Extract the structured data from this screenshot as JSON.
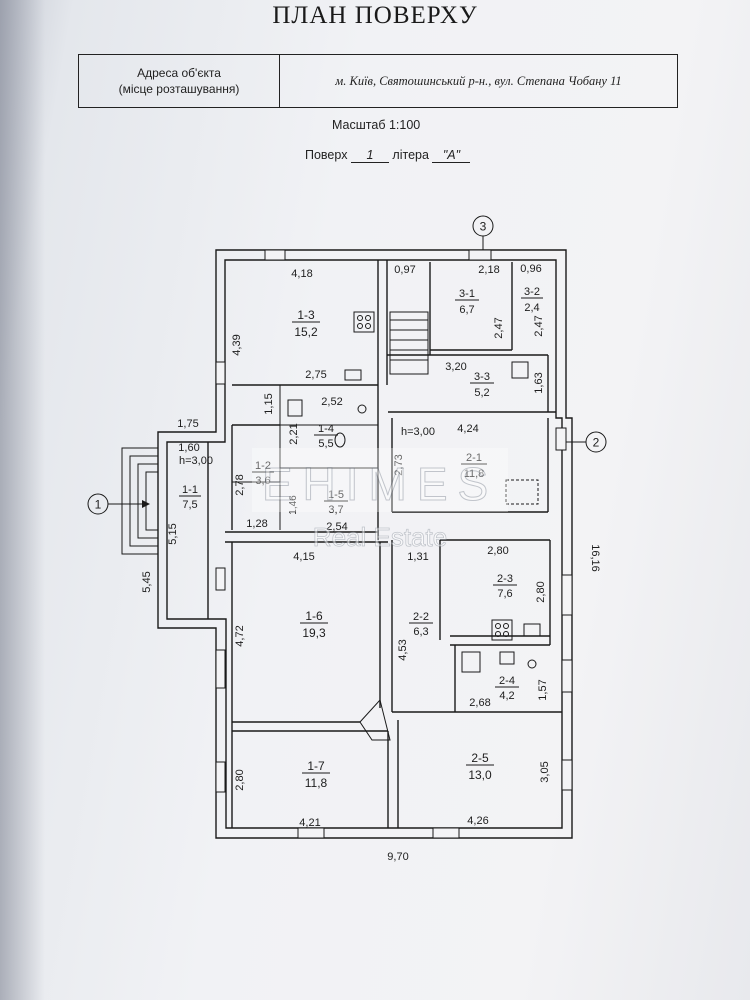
{
  "header": {
    "title": "ПЛАН ПОВЕРХУ",
    "address_label_line1": "Адреса об'єкта",
    "address_label_line2": "(місце розташування)",
    "address_value": "м. Київ, Святошинський р-н., вул. Степана Чобану 11",
    "scale": "Масштаб 1:100",
    "floor_prefix": "Поверх",
    "floor_value": "1",
    "letter_prefix": "літера",
    "letter_value": "\"А\""
  },
  "axes": {
    "a1": "1",
    "a2": "2",
    "a3": "3"
  },
  "rooms": [
    {
      "id": "1-1",
      "area": "7,5"
    },
    {
      "id": "1-2",
      "area": "3,6"
    },
    {
      "id": "1-3",
      "area": "15,2"
    },
    {
      "id": "1-4",
      "area": "5,5"
    },
    {
      "id": "1-5",
      "area": "3,7"
    },
    {
      "id": "1-6",
      "area": "19,3"
    },
    {
      "id": "1-7",
      "area": "11,8"
    },
    {
      "id": "2-1",
      "area": "11,8"
    },
    {
      "id": "2-2",
      "area": "6,3"
    },
    {
      "id": "2-3",
      "area": "7,6"
    },
    {
      "id": "2-4",
      "area": "4,2"
    },
    {
      "id": "2-5",
      "area": "13,0"
    },
    {
      "id": "3-1",
      "area": "6,7"
    },
    {
      "id": "3-2",
      "area": "2,4"
    },
    {
      "id": "3-3",
      "area": "5,2"
    }
  ],
  "dims": {
    "d418": "4,18",
    "d439": "4,39",
    "d275": "2,75",
    "d115": "1,15",
    "d252": "2,52",
    "d221": "2,21",
    "d175": "1,75",
    "d160": "1,60",
    "h300a": "h=3,00",
    "d515": "5,15",
    "d545": "5,45",
    "d278": "2,78",
    "d128": "1,28",
    "d146": "1,46",
    "d254": "2,54",
    "d415": "4,15",
    "d472": "4,72",
    "d280a": "2,80",
    "d421": "4,21",
    "d097": "0,97",
    "d218": "2,18",
    "d096": "0,96",
    "d247a": "2,47",
    "d247b": "2,47",
    "d320": "3,20",
    "d163": "1,63",
    "h300b": "h=3,00",
    "d424": "4,24",
    "d273": "2,73",
    "d131": "1,31",
    "d280b": "2,80",
    "d280c": "2,80",
    "d453": "4,53",
    "d268": "2,68",
    "d157": "1,57",
    "d426": "4,26",
    "d305": "3,05",
    "d1616": "16,16",
    "d970": "9,70"
  },
  "watermark": {
    "line1": "ЕНІМЕЅ",
    "line2": "Real Estate"
  }
}
